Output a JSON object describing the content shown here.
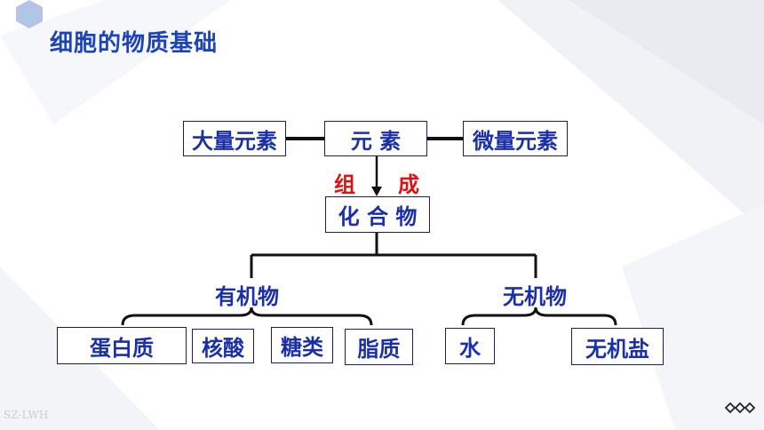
{
  "title": "细胞的物质基础",
  "top": {
    "left": "大量元素",
    "center": "元 素",
    "right": "微量元素"
  },
  "arrow_label_left": "组",
  "arrow_label_right": "成",
  "compound": "化 合 物",
  "organic": {
    "label": "有机物",
    "items": [
      "蛋白质",
      "核酸",
      "糖类",
      "脂质"
    ]
  },
  "inorganic": {
    "label": "无机物",
    "items": [
      "水",
      "无机盐"
    ]
  },
  "watermark": "SZ-LWH",
  "colors": {
    "title": "#1c44b8",
    "box_text": "#1a2fa8",
    "accent_red": "#e01010"
  }
}
